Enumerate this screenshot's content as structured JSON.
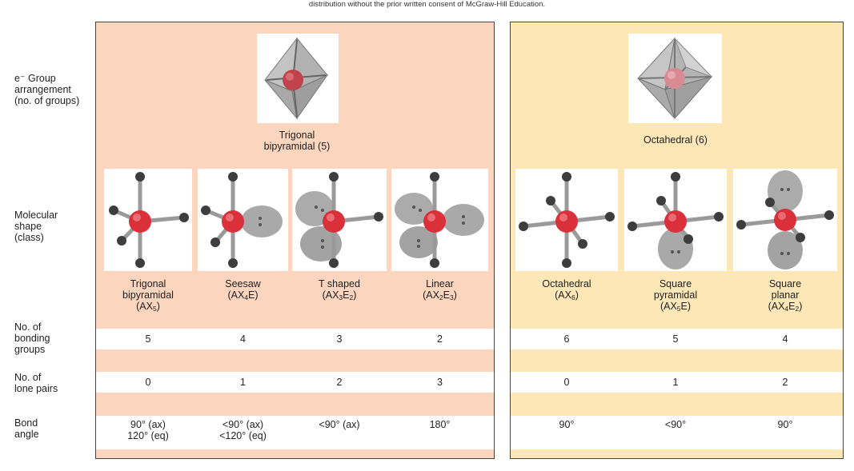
{
  "top_note": "distribution without the prior written consent of McGraw-Hill Education.",
  "row_labels": {
    "arrangement": [
      "e⁻ Group",
      "arrangement",
      "(no. of groups)"
    ],
    "shape": [
      "Molecular",
      "shape",
      "(class)"
    ],
    "bonding": [
      "No. of",
      "bonding",
      "groups"
    ],
    "lone": [
      "No. of",
      "lone pairs"
    ],
    "angle": [
      "Bond",
      "angle"
    ]
  },
  "arrangements": [
    {
      "name_lines": [
        "Trigonal",
        "bipyramidal (5)"
      ]
    },
    {
      "name_lines": [
        "Octahedral  (6)"
      ]
    }
  ],
  "shapes": [
    {
      "name_lines": [
        "Trigonal",
        "bipyramidal"
      ],
      "class": {
        "pre": "(AX",
        "s1": "5",
        "mid": "",
        "s2": "",
        "post": ")"
      },
      "bonding": "5",
      "lone": "0",
      "angle_lines": [
        "90° (ax)",
        "120° (eq)"
      ]
    },
    {
      "name_lines": [
        "Seesaw"
      ],
      "class": {
        "pre": "(AX",
        "s1": "4",
        "mid": "E)",
        "s2": "",
        "post": ""
      },
      "bonding": "4",
      "lone": "1",
      "angle_lines": [
        "<90° (ax)",
        "<120° (eq)"
      ]
    },
    {
      "name_lines": [
        "T shaped"
      ],
      "class": {
        "pre": "(AX",
        "s1": "3",
        "mid": "E",
        "s2": "2",
        "post": ")"
      },
      "bonding": "3",
      "lone": "2",
      "angle_lines": [
        "<90° (ax)"
      ]
    },
    {
      "name_lines": [
        "Linear"
      ],
      "class": {
        "pre": "(AX",
        "s1": "2",
        "mid": "E",
        "s2": "3",
        "post": ")"
      },
      "bonding": "2",
      "lone": "3",
      "angle_lines": [
        "180°"
      ]
    },
    {
      "name_lines": [
        "Octahedral"
      ],
      "class": {
        "pre": "(AX",
        "s1": "6",
        "mid": "",
        "s2": "",
        "post": ")"
      },
      "bonding": "6",
      "lone": "0",
      "angle_lines": [
        "90°"
      ]
    },
    {
      "name_lines": [
        "Square",
        "pyramidal"
      ],
      "class": {
        "pre": "(AX",
        "s1": "5",
        "mid": "E)",
        "s2": "",
        "post": ""
      },
      "bonding": "5",
      "lone": "1",
      "angle_lines": [
        "<90°"
      ]
    },
    {
      "name_lines": [
        "Square",
        "planar"
      ],
      "class": {
        "pre": "(AX",
        "s1": "4",
        "mid": "E",
        "s2": "2",
        "post": ")"
      },
      "bonding": "4",
      "lone": "2",
      "angle_lines": [
        "90°"
      ]
    }
  ],
  "colors": {
    "panel_five": "#fbd5bd",
    "panel_six": "#fde7b6",
    "central_atom": "#d9303a",
    "outer_atom": "#3d3d3d",
    "lone_pair_lobe": "#a9a9a9"
  }
}
